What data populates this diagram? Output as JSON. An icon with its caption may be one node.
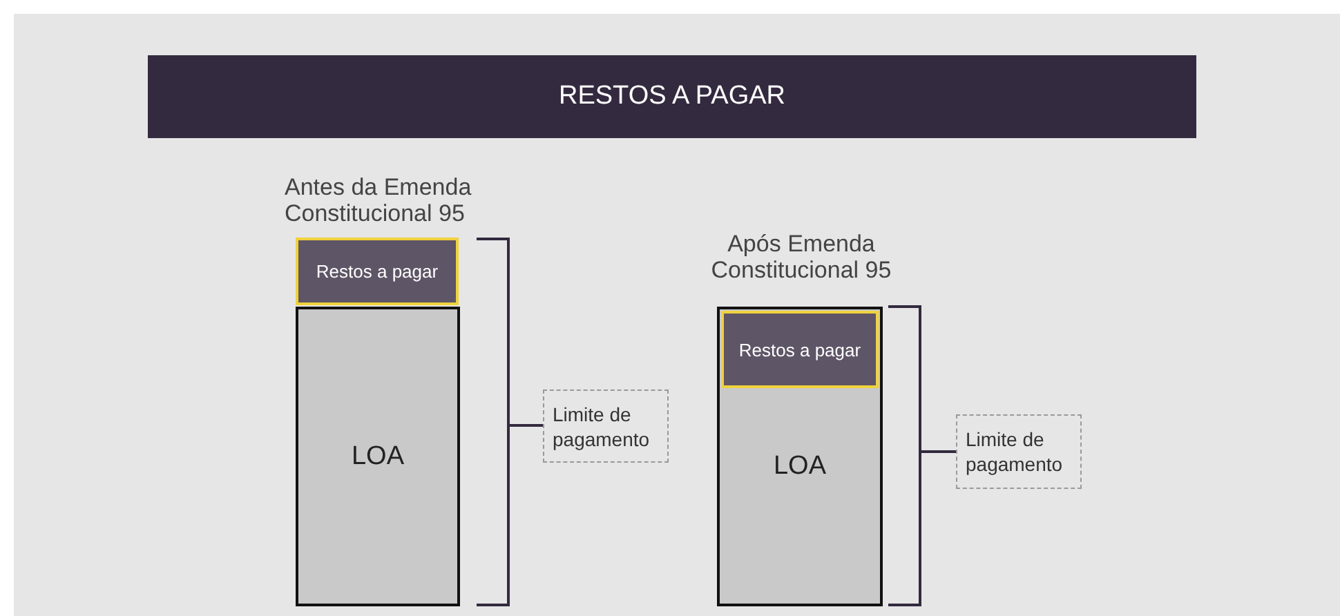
{
  "diagram": {
    "title": "RESTOS A PAGAR",
    "nodes": [
      {
        "text": [
          "Restos a pagar"
        ]
      },
      {
        "text": [
          "LOA"
        ]
      },
      {
        "text": [
          "Limite de pagamento"
        ]
      },
      {
        "text": [
          "LOA"
        ]
      },
      {
        "text": [
          "Restos a pagar"
        ],
        "in": 3
      },
      {
        "text": [
          "Limite de pagamento"
        ]
      }
    ],
    "labels": [
      "Antes da Emenda Constitucional 95",
      "Após Emenda Constitucional 95"
    ]
  }
}
